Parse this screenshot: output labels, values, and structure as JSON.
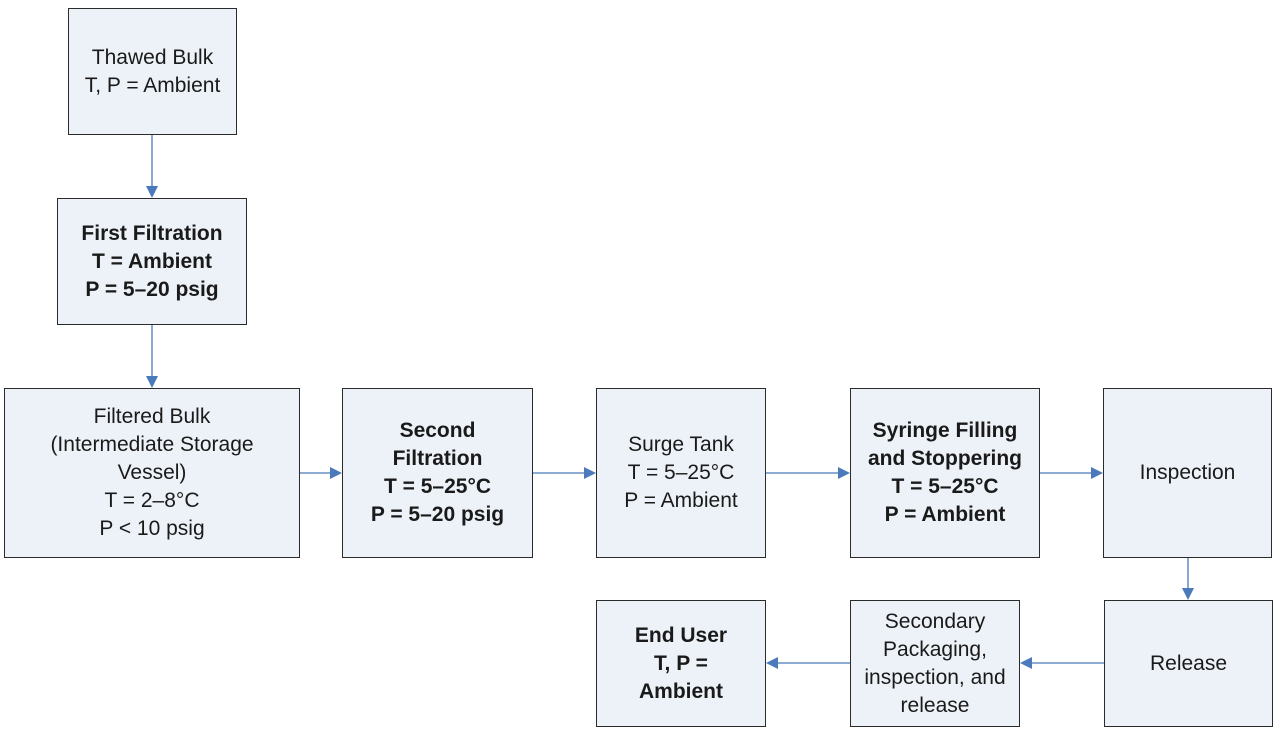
{
  "nodes": {
    "thawed_bulk": {
      "lines": [
        "Thawed Bulk",
        "T, P = Ambient"
      ]
    },
    "first_filtration": {
      "lines": [
        "First Filtration",
        "T = Ambient",
        "P = 5–20 psig"
      ]
    },
    "filtered_bulk": {
      "lines": [
        "Filtered Bulk",
        "(Intermediate Storage",
        "Vessel)",
        "T = 2–8°C",
        "P < 10 psig"
      ]
    },
    "second_filtration": {
      "lines": [
        "Second",
        "Filtration",
        "T = 5–25°C",
        "P = 5–20 psig"
      ]
    },
    "surge_tank": {
      "lines": [
        "Surge Tank",
        "T = 5–25°C",
        "P = Ambient"
      ]
    },
    "syringe_filling": {
      "lines": [
        "Syringe Filling",
        "and Stoppering",
        "T = 5–25°C",
        "P = Ambient"
      ]
    },
    "inspection": {
      "lines": [
        "Inspection"
      ]
    },
    "release": {
      "lines": [
        "Release"
      ]
    },
    "secondary_packaging": {
      "lines": [
        "Secondary",
        "Packaging,",
        "inspection, and",
        "release"
      ]
    },
    "end_user": {
      "lines": [
        "End User",
        "T, P =",
        "Ambient"
      ]
    }
  },
  "colors": {
    "box_fill": "#edf2f8",
    "box_border": "#2b2b2b",
    "arrow": "#4a7ab9"
  }
}
